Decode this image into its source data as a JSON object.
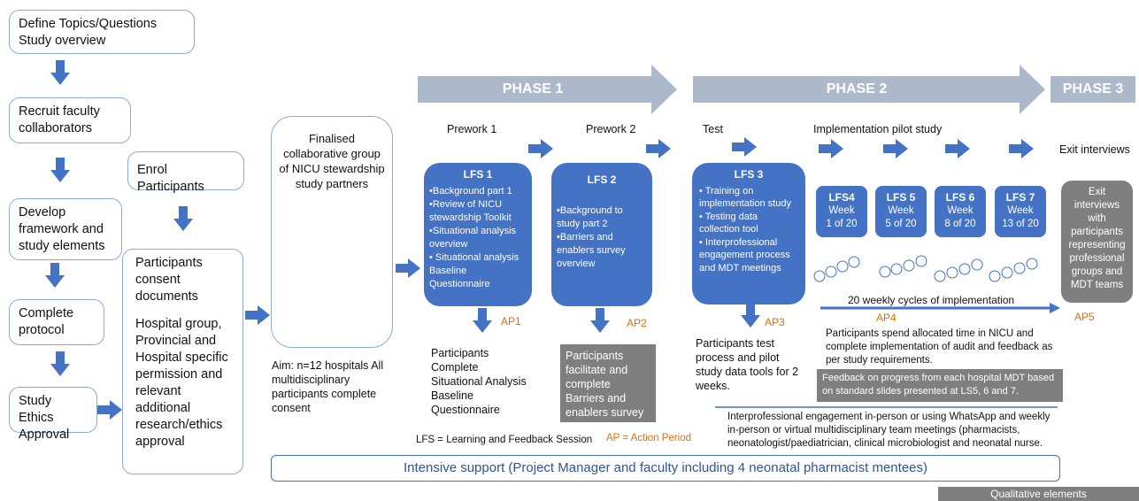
{
  "left_steps": {
    "define": "Define Topics/Questions Study overview",
    "recruit": "Recruit faculty collaborators",
    "develop": "Develop framework and study elements",
    "complete": "Complete protocol",
    "ethics": "Study Ethics Approval"
  },
  "enrol": "Enrol Participants",
  "consent": {
    "part1": "Participants consent documents",
    "part2": "Hospital group, Provincial and Hospital specific permission and relevant additional research/ethics approval"
  },
  "finalised": "Finalised collaborative group of NICU stewardship study partners",
  "aim": "Aim: n=12 hospitals All multidisciplinary participants complete consent",
  "phases": {
    "p1": "PHASE 1",
    "p2": "PHASE 2",
    "p3": "PHASE 3"
  },
  "headers": {
    "prework1": "Prework 1",
    "prework2": "Prework 2",
    "test": "Test",
    "pilot": "Implementation pilot study",
    "exit": "Exit interviews"
  },
  "lfs1": {
    "title": "LFS 1",
    "items": [
      "•Background part 1",
      "•Review of NICU stewardship Toolkit",
      "•Situational analysis overview",
      "• Situational analysis Baseline Questionnaire"
    ]
  },
  "lfs2": {
    "title": "LFS 2",
    "items": [
      "•Background to study part 2",
      "•Barriers and enablers  survey overview"
    ]
  },
  "lfs3": {
    "title": "LFS 3",
    "items": [
      "• Training on implementation study",
      "• Testing data collection tool",
      "• Interprofessional engagement process and MDT meetings"
    ]
  },
  "weeks": [
    {
      "title": "LFS4",
      "w": "Week",
      "n": "1 of 20"
    },
    {
      "title": "LFS 5",
      "w": "Week",
      "n": "5 of 20"
    },
    {
      "title": "LFS 6",
      "w": "Week",
      "n": "8 of 20"
    },
    {
      "title": "LFS 7",
      "w": "Week",
      "n": "13 of 20"
    }
  ],
  "exit_box": "Exit interviews with participants representing professional groups and MDT teams",
  "ap": {
    "ap1": "AP1",
    "ap2": "AP2",
    "ap3": "AP3",
    "ap4": "AP4",
    "ap5": "AP5"
  },
  "cycles": "20  weekly cycles of implementation",
  "below": {
    "ap1_text": "Participants Complete Situational Analysis Baseline Questionnaire",
    "ap2_text": "Participants facilitate and complete Barriers and enablers survey",
    "ap3_text": "Participants test process and pilot study data tools for 2 weeks.",
    "ap4_text": "Participants spend allocated time in NICU and complete implementation of audit and feedback as per study requirements.",
    "feedback": "Feedback on progress from each hospital MDT based on standard slides presented at LS5, 6 and 7.",
    "interprof": "Interprofessional engagement in-person or using WhatsApp and weekly in-person or virtual multidisciplinary team meetings (pharmacists, neonatologist/paediatrician, clinical microbiologist and neonatal nurse."
  },
  "legend": {
    "lfs": "LFS = Learning and Feedback Session",
    "ap": "AP = Action Period"
  },
  "intensive": "Intensive support (Project Manager and faculty including 4 neonatal pharmacist mentees)",
  "qualitative": "Qualitative elements",
  "colors": {
    "blue": "#4472c4",
    "phase": "#acb9ca",
    "grey": "#7f7f7f",
    "orange": "#e36c09",
    "outline": "#8eaadb"
  }
}
